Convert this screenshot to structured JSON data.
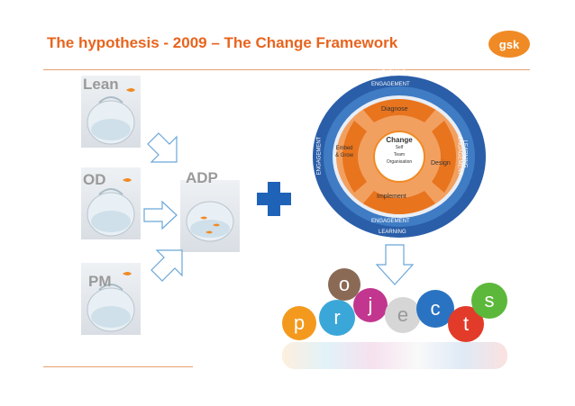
{
  "slide": {
    "title": "The hypothesis  - 2009 – The Change Framework",
    "logo_text": "gsk",
    "accent_color": "#e8641e"
  },
  "bowls": [
    {
      "label": "Lean"
    },
    {
      "label": "OD"
    },
    {
      "label": "PM"
    },
    {
      "label": "ADP"
    }
  ],
  "cycle": {
    "outer_ring_top": "LEARNING",
    "outer_ring_bottom": "LEARNING",
    "outer_ring_left": "LEARNING",
    "outer_ring_right": "LEARNING",
    "inner_ring_top": "ENGAGEMENT",
    "inner_ring_bottom": "ENGAGEMENT",
    "inner_ring_left": "ENGAGEMENT",
    "inner_ring_right": "ENGAGEMENT",
    "diagnose": "Diagnose",
    "design": "Design",
    "implement": "Implement",
    "embed_line1": "Embed",
    "embed_line2": "& Grow",
    "center_line1": "Change",
    "center_line2": "Self",
    "center_line3": "Team",
    "center_line4": "Organisation"
  },
  "projects_letters": [
    {
      "letter": "p",
      "color": "#f39a1e"
    },
    {
      "letter": "r",
      "color": "#3aa7d8"
    },
    {
      "letter": "o",
      "color": "#8a6a55"
    },
    {
      "letter": "j",
      "color": "#c2368f"
    },
    {
      "letter": "e",
      "color": "#d6d6d6"
    },
    {
      "letter": "c",
      "color": "#2a73c2"
    },
    {
      "letter": "t",
      "color": "#e23b2a"
    },
    {
      "letter": "s",
      "color": "#5cb83a"
    }
  ]
}
